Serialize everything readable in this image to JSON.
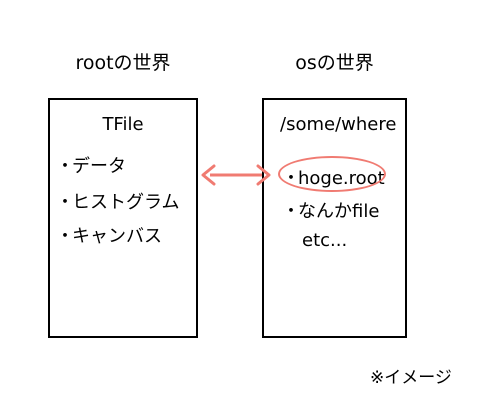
{
  "root_world": {
    "heading": "rootの世界",
    "box_title": "TFile",
    "items": [
      "データ",
      "ヒストグラム",
      "キャンバス"
    ]
  },
  "os_world": {
    "heading": "osの世界",
    "box_title": "/some/where",
    "items": [
      "hoge.root",
      "なんかfile",
      "etc..."
    ]
  },
  "bullet_glyph": "・",
  "note": "※イメージ",
  "colors": {
    "arrow": "#f07b72",
    "highlight": "#f07b72",
    "border": "#000000"
  }
}
